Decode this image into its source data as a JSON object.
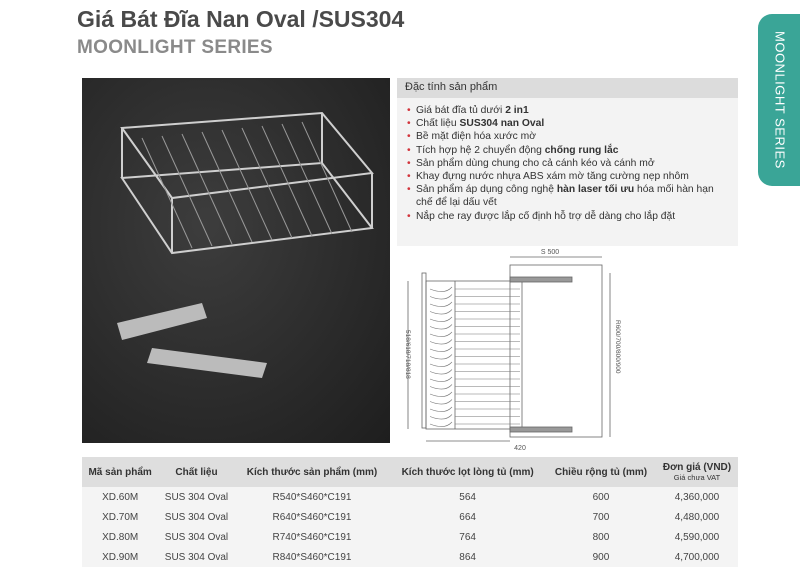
{
  "header": {
    "title": "Giá Bát Đĩa Nan Oval /SUS304",
    "subtitle": "MOONLIGHT SERIES",
    "side_tab": "MOONLIGHT SERIES"
  },
  "features": {
    "heading": "Đặc tính sản phẩm",
    "items": [
      {
        "pre": "Giá bát đĩa tủ dưới ",
        "bold": "2 in1",
        "post": ""
      },
      {
        "pre": "Chất liệu ",
        "bold": "SUS304 nan Oval",
        "post": ""
      },
      {
        "pre": "Bề mặt điện hóa xước mờ",
        "bold": "",
        "post": ""
      },
      {
        "pre": "Tích hợp hệ 2 chuyển động ",
        "bold": "chống rung lắc",
        "post": ""
      },
      {
        "pre": "Sản phẩm dùng chung cho cả cánh kéo và cánh mở",
        "bold": "",
        "post": ""
      },
      {
        "pre": "Khay đựng nước nhựa ABS xám mờ tăng cường nẹp nhôm",
        "bold": "",
        "post": ""
      },
      {
        "pre": "Sản phẩm áp dụng công nghệ ",
        "bold": "hàn laser tối ưu",
        "post": " hóa mối hàn hạn chế để lại dấu vết"
      },
      {
        "pre": "Nắp che ray được lắp cố định hỗ trợ dễ dàng cho lắp đặt",
        "bold": "",
        "post": ""
      }
    ]
  },
  "diagram": {
    "top": "S 500",
    "right": "R600/700/800/900",
    "left": "518/618/718/818",
    "bottom": "420"
  },
  "table": {
    "headers": [
      "Mã sản phẩm",
      "Chất liệu",
      "Kích thước sản phẩm (mm)",
      "Kích thước lọt lòng tủ (mm)",
      "Chiều rộng tủ (mm)",
      "Đơn giá (VND)"
    ],
    "price_note": "Giá chưa VAT",
    "rows": [
      [
        "XD.60M",
        "SUS 304 Oval",
        "R540*S460*C191",
        "564",
        "600",
        "4,360,000"
      ],
      [
        "XD.70M",
        "SUS 304 Oval",
        "R640*S460*C191",
        "664",
        "700",
        "4,480,000"
      ],
      [
        "XD.80M",
        "SUS 304 Oval",
        "R740*S460*C191",
        "764",
        "800",
        "4,590,000"
      ],
      [
        "XD.90M",
        "SUS 304 Oval",
        "R840*S460*C191",
        "864",
        "900",
        "4,700,000"
      ]
    ]
  }
}
